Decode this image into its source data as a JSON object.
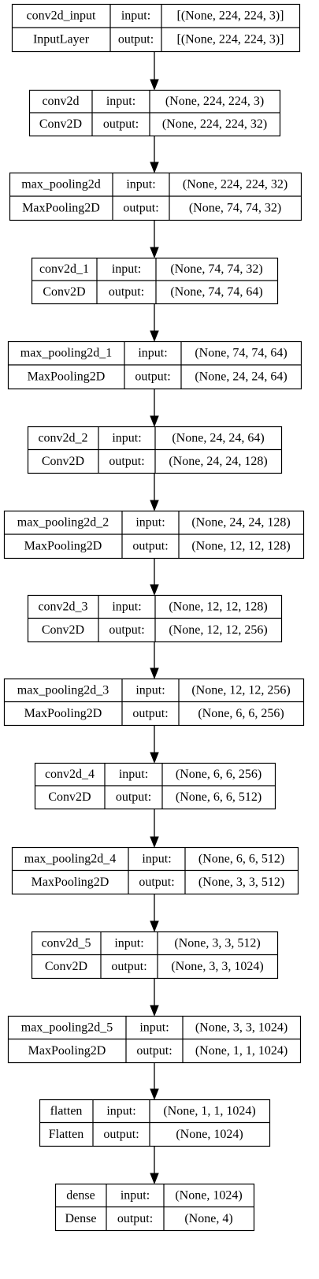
{
  "diagram": {
    "nodes": [
      {
        "name": "conv2d_input",
        "type": "InputLayer",
        "input_label": "input:",
        "output_label": "output:",
        "input": "[(None, 224, 224, 3)]",
        "output": "[(None, 224, 224, 3)]"
      },
      {
        "name": "conv2d",
        "type": "Conv2D",
        "input_label": "input:",
        "output_label": "output:",
        "input": "(None, 224, 224, 3)",
        "output": "(None, 224, 224, 32)"
      },
      {
        "name": "max_pooling2d",
        "type": "MaxPooling2D",
        "input_label": "input:",
        "output_label": "output:",
        "input": "(None, 224, 224, 32)",
        "output": "(None, 74, 74, 32)"
      },
      {
        "name": "conv2d_1",
        "type": "Conv2D",
        "input_label": "input:",
        "output_label": "output:",
        "input": "(None, 74, 74, 32)",
        "output": "(None, 74, 74, 64)"
      },
      {
        "name": "max_pooling2d_1",
        "type": "MaxPooling2D",
        "input_label": "input:",
        "output_label": "output:",
        "input": "(None, 74, 74, 64)",
        "output": "(None, 24, 24, 64)"
      },
      {
        "name": "conv2d_2",
        "type": "Conv2D",
        "input_label": "input:",
        "output_label": "output:",
        "input": "(None, 24, 24, 64)",
        "output": "(None, 24, 24, 128)"
      },
      {
        "name": "max_pooling2d_2",
        "type": "MaxPooling2D",
        "input_label": "input:",
        "output_label": "output:",
        "input": "(None, 24, 24, 128)",
        "output": "(None, 12, 12, 128)"
      },
      {
        "name": "conv2d_3",
        "type": "Conv2D",
        "input_label": "input:",
        "output_label": "output:",
        "input": "(None, 12, 12, 128)",
        "output": "(None, 12, 12, 256)"
      },
      {
        "name": "max_pooling2d_3",
        "type": "MaxPooling2D",
        "input_label": "input:",
        "output_label": "output:",
        "input": "(None, 12, 12, 256)",
        "output": "(None, 6, 6, 256)"
      },
      {
        "name": "conv2d_4",
        "type": "Conv2D",
        "input_label": "input:",
        "output_label": "output:",
        "input": "(None, 6, 6, 256)",
        "output": "(None, 6, 6, 512)"
      },
      {
        "name": "max_pooling2d_4",
        "type": "MaxPooling2D",
        "input_label": "input:",
        "output_label": "output:",
        "input": "(None, 6, 6, 512)",
        "output": "(None, 3, 3, 512)"
      },
      {
        "name": "conv2d_5",
        "type": "Conv2D",
        "input_label": "input:",
        "output_label": "output:",
        "input": "(None, 3, 3, 512)",
        "output": "(None, 3, 3, 1024)"
      },
      {
        "name": "max_pooling2d_5",
        "type": "MaxPooling2D",
        "input_label": "input:",
        "output_label": "output:",
        "input": "(None, 3, 3, 1024)",
        "output": "(None, 1, 1, 1024)"
      },
      {
        "name": "flatten",
        "type": "Flatten",
        "input_label": "input:",
        "output_label": "output:",
        "input": "(None, 1, 1, 1024)",
        "output": "(None, 1024)"
      },
      {
        "name": "dense",
        "type": "Dense",
        "input_label": "input:",
        "output_label": "output:",
        "input": "(None, 1024)",
        "output": "(None, 4)"
      }
    ],
    "edges": [
      [
        0,
        1
      ],
      [
        1,
        2
      ],
      [
        2,
        3
      ],
      [
        3,
        4
      ],
      [
        4,
        5
      ],
      [
        5,
        6
      ],
      [
        6,
        7
      ],
      [
        7,
        8
      ],
      [
        8,
        9
      ],
      [
        9,
        10
      ],
      [
        10,
        11
      ],
      [
        11,
        12
      ],
      [
        12,
        13
      ],
      [
        13,
        14
      ]
    ]
  }
}
